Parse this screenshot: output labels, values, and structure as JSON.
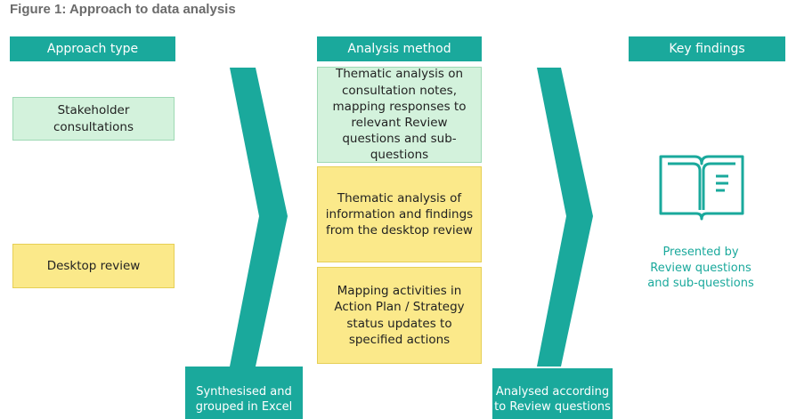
{
  "figure_title": "Figure 1: Approach to data analysis",
  "headers": {
    "approach_type": "Approach type",
    "analysis_method": "Analysis method",
    "key_findings": "Key findings"
  },
  "approach_types": {
    "stakeholder": "Stakeholder consultations",
    "desktop": "Desktop review"
  },
  "analysis_methods": [
    "Thematic analysis on consultation notes, mapping responses to relevant Review questions and sub-questions",
    "Thematic analysis of information and findings from the desktop review",
    "Mapping activities in Action Plan  / Strategy status updates to specified actions"
  ],
  "connectors": {
    "first": "Synthesised and grouped in Excel",
    "second": "Analysed according to Review questions"
  },
  "key_findings_text": "Presented by Review questions and sub-questions",
  "icons": {
    "findings": "open-book-icon"
  },
  "colors": {
    "teal": "#1aa99c",
    "green_fill": "#d3f2dc",
    "yellow_fill": "#fbe98a",
    "title_gray": "#6b6b6b"
  }
}
